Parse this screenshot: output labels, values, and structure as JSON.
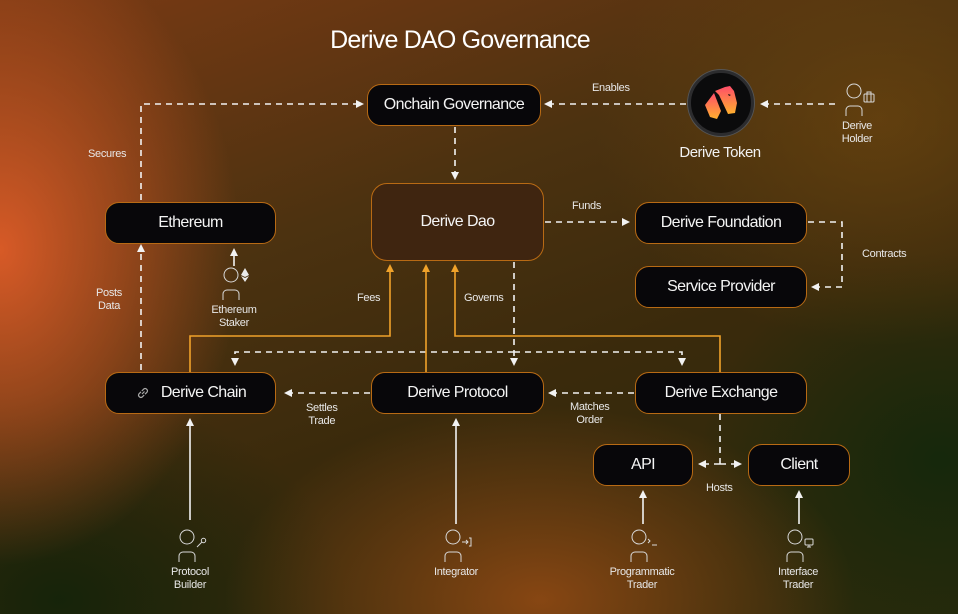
{
  "title": "Derive DAO Governance",
  "nodes": {
    "onchain_governance": "Onchain Governance",
    "derive_dao": "Derive Dao",
    "ethereum": "Ethereum",
    "derive_foundation": "Derive Foundation",
    "service_provider": "Service Provider",
    "derive_chain": "Derive Chain",
    "derive_protocol": "Derive Protocol",
    "derive_exchange": "Derive Exchange",
    "api": "API",
    "client": "Client"
  },
  "token": {
    "label": "Derive Token",
    "icon": "derive-logo-icon",
    "gradient": [
      "#ff4d6a",
      "#ffb02e"
    ]
  },
  "edge_labels": {
    "enables": "Enables",
    "secures": "Secures",
    "funds": "Funds",
    "contracts": "Contracts",
    "posts_data": "Posts\nData",
    "fees": "Fees",
    "governs": "Governs",
    "settles_trade": "Settles\nTrade",
    "matches_order": "Matches\nOrder",
    "hosts": "Hosts"
  },
  "actors": [
    {
      "name": "Derive\nHolder",
      "badge": "wallet-icon"
    },
    {
      "name": "Ethereum\nStaker",
      "badge": "ethereum-icon"
    },
    {
      "name": "Protocol\nBuilder",
      "badge": "wrench-icon"
    },
    {
      "name": "Integrator",
      "badge": "login-icon"
    },
    {
      "name": "Programmatic\nTrader",
      "badge": "terminal-icon"
    },
    {
      "name": "Interface\nTrader",
      "badge": "monitor-icon"
    }
  ],
  "colors": {
    "node_fill": "#08070a",
    "node_border": "#b86a14",
    "dao_fill": "#3f2510",
    "fee_line": "#f0a22a",
    "dashed_line": "#f2f2f2"
  }
}
